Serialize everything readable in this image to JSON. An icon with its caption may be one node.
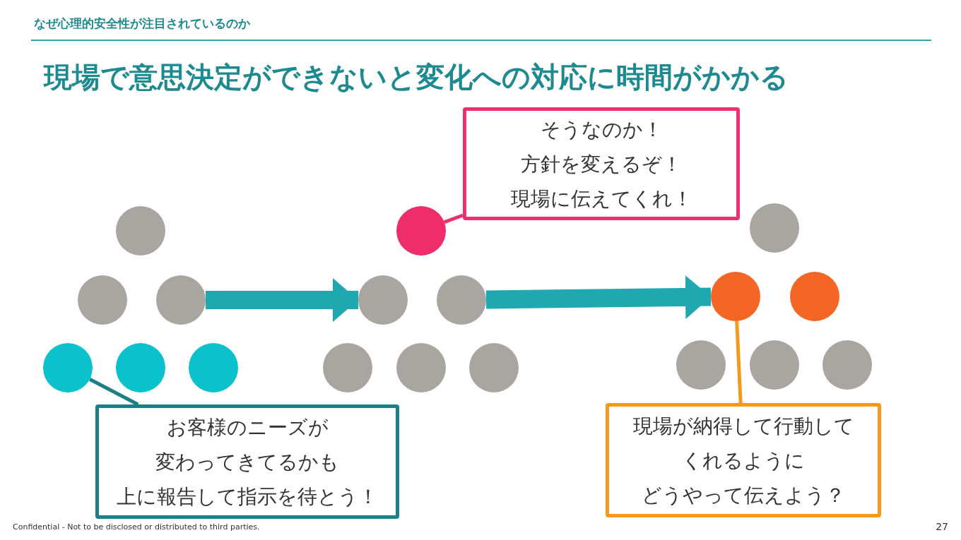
{
  "diagram": {
    "title": "現場で意思決定ができないと変化への対応に時間がかかる",
    "nodes": [
      {
        "text": [
          "そうなのか！",
          "方針を変えるぞ！",
          "現場に伝えてくれ！"
        ]
      },
      {
        "text": [],
        "shape": "circle"
      },
      {
        "text": [],
        "shape": "circle"
      },
      {
        "text": [],
        "shape": "circle"
      },
      {
        "text": [],
        "shape": "circle"
      },
      {
        "text": [],
        "shape": "circle"
      },
      {
        "text": [],
        "shape": "circle"
      },
      {
        "text": [],
        "shape": "circle"
      },
      {
        "text": [],
        "shape": "circle"
      },
      {
        "text": [],
        "shape": "circle"
      },
      {
        "text": [],
        "shape": "circle"
      },
      {
        "text": [],
        "shape": "circle"
      },
      {
        "text": [],
        "shape": "circle"
      },
      {
        "text": [],
        "shape": "circle"
      },
      {
        "text": [],
        "shape": "circle"
      },
      {
        "text": [],
        "shape": "circle"
      },
      {
        "text": [],
        "shape": "circle"
      },
      {
        "text": [],
        "shape": "circle"
      },
      {
        "text": [],
        "shape": "circle"
      },
      {
        "text": [
          "お客様のニーズが",
          "変わってきてるかも",
          "上に報告して指示を待とう！"
        ]
      },
      {
        "text": [
          "現場が納得して行動して",
          "くれるように",
          "どうやって伝えよう？"
        ]
      }
    ],
    "edges": [
      {
        "from": 0,
        "to": 7,
        "arrow": "none",
        "color": "#f0306e"
      },
      {
        "from": 3,
        "to": 8,
        "arrow": "to",
        "style": "thick"
      },
      {
        "from": 9,
        "to": 14,
        "arrow": "to",
        "style": "thick"
      },
      {
        "from": 19,
        "to": 4,
        "arrow": "none",
        "color": "#1d7f86"
      },
      {
        "from": 20,
        "to": 14,
        "arrow": "none",
        "color": "#f39a1b"
      }
    ],
    "labels": [
      "なぜ心理的安全性が注目されているのか",
      "Confidential - Not to be disclosed or distributed to third parties.",
      "27"
    ]
  }
}
